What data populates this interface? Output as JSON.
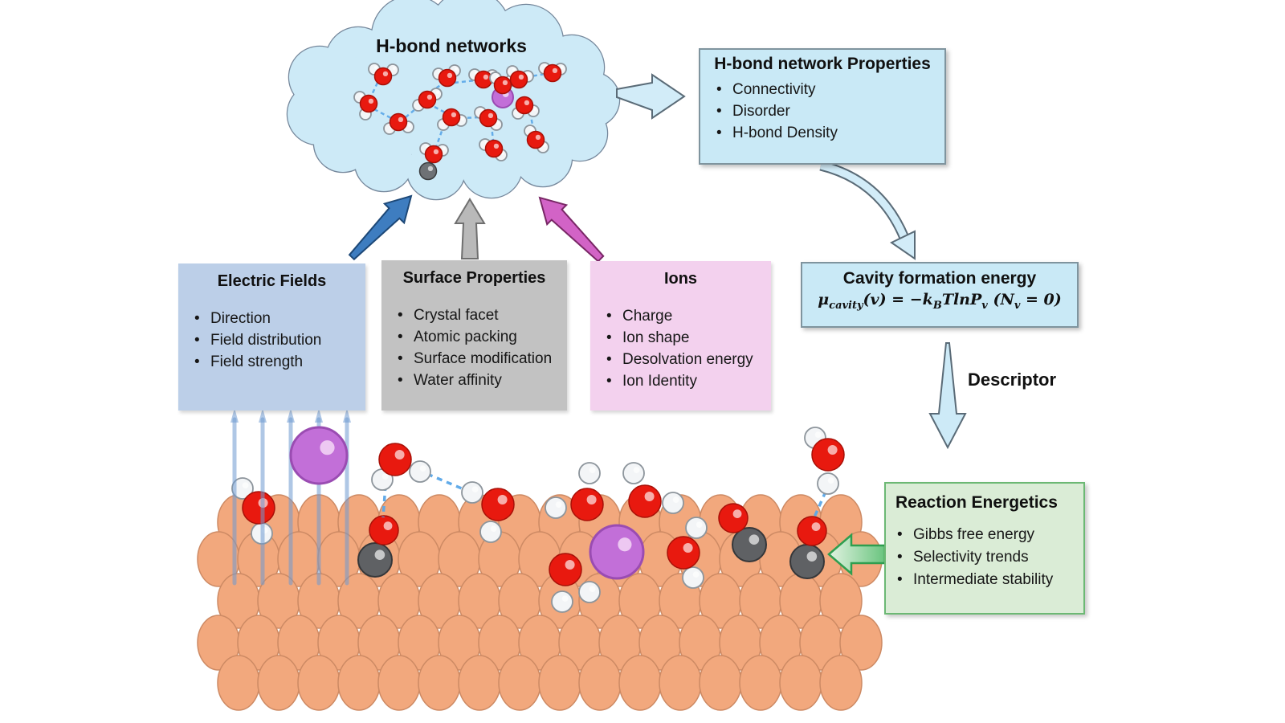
{
  "palette": {
    "cloud_fill": "#cdeaf7",
    "cloud_stroke": "#75879b",
    "box_blue": "#c9e9f6",
    "box_periwinkle": "#bccfe8",
    "box_gray": "#c2c2c2",
    "box_pink": "#f3d1ee",
    "box_green": "#daecd6",
    "arrow_blue": "#3e7dc0",
    "arrow_gray": "#b9b9b9",
    "arrow_magenta": "#d263c6",
    "arrow_green": "#3fae57",
    "light_arrow_fill": "#d2ecf8",
    "light_arrow_stroke": "#5a6b77",
    "oxygen": "#e8190f",
    "hydrogen": "#f3f5f7",
    "ion_purple": "#c26fd8",
    "adsorbate_gray": "#5f6164",
    "metal": "#f2a87d",
    "metal_stroke": "#cd8a64",
    "hbond_dash": "#5aa7e8",
    "field_line": "#6f9bd1"
  },
  "cloud": {
    "title": "H-bond networks"
  },
  "hbond_properties": {
    "title": "H-bond network Properties",
    "items": [
      "Connectivity",
      "Disorder",
      "H-bond Density"
    ]
  },
  "factors": [
    {
      "title": "Electric Fields",
      "items": [
        "Direction",
        "Field distribution",
        "Field strength"
      ]
    },
    {
      "title": "Surface Properties",
      "items": [
        "Crystal facet",
        "Atomic packing",
        "Surface modification",
        "Water affinity"
      ]
    },
    {
      "title": "Ions",
      "items": [
        "Charge",
        "Ion shape",
        "Desolvation energy",
        "Ion Identity"
      ]
    }
  ],
  "cavity": {
    "title": "Cavity formation energy",
    "formula": {
      "f1": "μ",
      "f2": "cavity",
      "f3": "(v) = −k",
      "f4": "B",
      "f5": "TlnP",
      "f6": "v",
      "f7": " (N",
      "f8": "v",
      "f9": " = 0)"
    }
  },
  "descriptor": {
    "label": "Descriptor"
  },
  "reaction": {
    "title": "Reaction Energetics",
    "items": [
      "Gibbs free energy",
      "Selectivity trends",
      "Intermediate stability"
    ]
  }
}
